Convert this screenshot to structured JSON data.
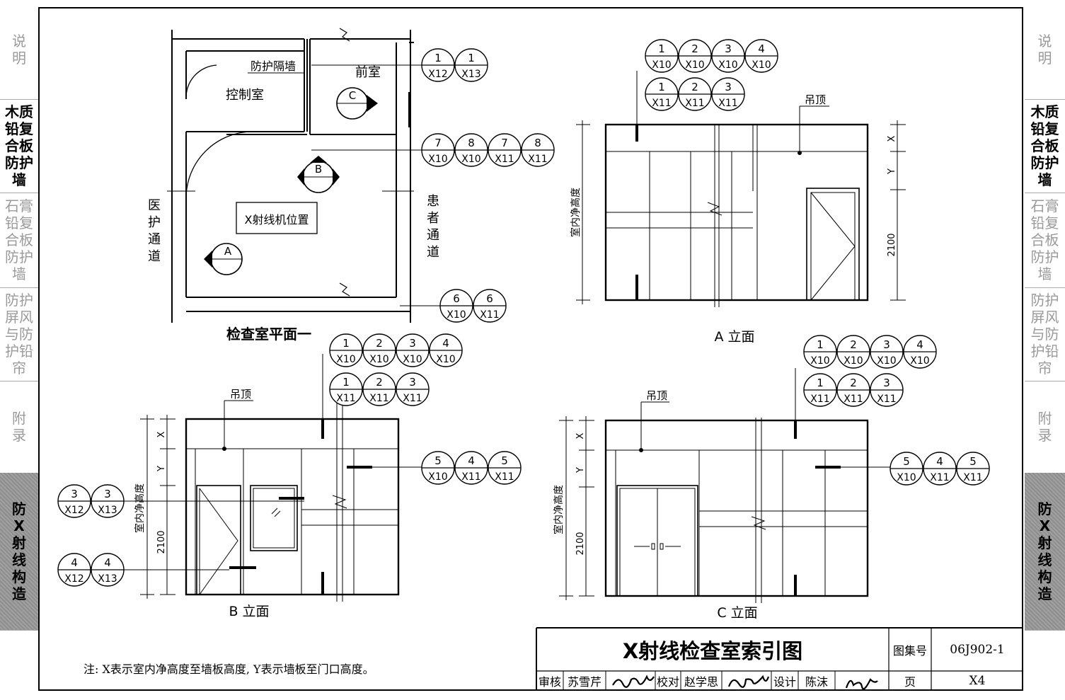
{
  "sidebar_left": [
    {
      "label": [
        "说",
        "明"
      ],
      "state": "faded"
    },
    {
      "label": [
        "木质",
        "铅复",
        "合板",
        "防护",
        "墙"
      ],
      "state": "bold"
    },
    {
      "label": [
        "石膏",
        "铅复",
        "合板",
        "防护",
        "墙"
      ],
      "state": "faded"
    },
    {
      "label": [
        "防护",
        "屏风",
        "与防",
        "护铅",
        "帘"
      ],
      "state": "faded"
    },
    {
      "label": [
        "附",
        "录"
      ],
      "state": "faded"
    },
    {
      "label": [
        "防",
        "X",
        "射",
        "线",
        "构",
        "造"
      ],
      "state": "active"
    }
  ],
  "sidebar_right": [
    {
      "label": [
        "说",
        "明"
      ],
      "state": "faded"
    },
    {
      "label": [
        "木质",
        "铅复",
        "合板",
        "防护",
        "墙"
      ],
      "state": "bold"
    },
    {
      "label": [
        "石膏",
        "铅复",
        "合板",
        "防护",
        "墙"
      ],
      "state": "faded"
    },
    {
      "label": [
        "防护",
        "屏风",
        "与防",
        "护铅",
        "帘"
      ],
      "state": "faded"
    },
    {
      "label": [
        "附",
        "录"
      ],
      "state": "faded"
    },
    {
      "label": [
        "防",
        "X",
        "射",
        "线",
        "构",
        "造"
      ],
      "state": "active"
    }
  ],
  "plan": {
    "title": "检查室平面一",
    "labels": {
      "partition": "防护隔墙",
      "control_room": "控制室",
      "front_room": "前室",
      "xray_position": "X射线机位置",
      "medical_corridor": [
        "医",
        "护",
        "通",
        "道"
      ],
      "patient_corridor": [
        "患",
        "者",
        "通",
        "道"
      ]
    },
    "section_marks": [
      "A",
      "B",
      "C"
    ],
    "refs": [
      {
        "group": "plan-r1",
        "items": [
          [
            "1",
            "X12"
          ],
          [
            "1",
            "X13"
          ]
        ]
      },
      {
        "group": "plan-r2",
        "items": [
          [
            "7",
            "X10"
          ],
          [
            "8",
            "X10"
          ],
          [
            "7",
            "X11"
          ],
          [
            "8",
            "X11"
          ]
        ]
      },
      {
        "group": "plan-r3",
        "items": [
          [
            "6",
            "X10"
          ],
          [
            "6",
            "X11"
          ]
        ]
      }
    ]
  },
  "elev_a": {
    "title": "A 立面",
    "ceiling": "吊顶",
    "height_label": "室内净高度",
    "dims": [
      "X",
      "Y",
      "2100"
    ],
    "refs": [
      {
        "group": "a-r1",
        "items": [
          [
            "1",
            "X10"
          ],
          [
            "2",
            "X10"
          ],
          [
            "3",
            "X10"
          ],
          [
            "4",
            "X10"
          ]
        ]
      },
      {
        "group": "a-r2",
        "items": [
          [
            "1",
            "X11"
          ],
          [
            "2",
            "X11"
          ],
          [
            "3",
            "X11"
          ]
        ]
      }
    ]
  },
  "elev_b": {
    "title": "B 立面",
    "ceiling": "吊顶",
    "height_label": "室内净高度",
    "dims": [
      "X",
      "Y",
      "2100"
    ],
    "refs": [
      {
        "group": "b-r1",
        "items": [
          [
            "1",
            "X10"
          ],
          [
            "2",
            "X10"
          ],
          [
            "3",
            "X10"
          ],
          [
            "4",
            "X10"
          ]
        ]
      },
      {
        "group": "b-r2",
        "items": [
          [
            "1",
            "X11"
          ],
          [
            "2",
            "X11"
          ],
          [
            "3",
            "X11"
          ]
        ]
      },
      {
        "group": "b-r3",
        "items": [
          [
            "5",
            "X10"
          ],
          [
            "4",
            "X11"
          ],
          [
            "5",
            "X11"
          ]
        ]
      },
      {
        "group": "b-r4",
        "items": [
          [
            "3",
            "X12"
          ],
          [
            "3",
            "X13"
          ]
        ]
      },
      {
        "group": "b-r5",
        "items": [
          [
            "4",
            "X12"
          ],
          [
            "4",
            "X13"
          ]
        ]
      }
    ]
  },
  "elev_c": {
    "title": "C 立面",
    "ceiling": "吊顶",
    "height_label": "室内净高度",
    "dims": [
      "X",
      "Y",
      "2100"
    ],
    "refs": [
      {
        "group": "c-r1",
        "items": [
          [
            "1",
            "X10"
          ],
          [
            "2",
            "X10"
          ],
          [
            "3",
            "X10"
          ],
          [
            "4",
            "X10"
          ]
        ]
      },
      {
        "group": "c-r2",
        "items": [
          [
            "1",
            "X11"
          ],
          [
            "2",
            "X11"
          ],
          [
            "3",
            "X11"
          ]
        ]
      },
      {
        "group": "c-r3",
        "items": [
          [
            "5",
            "X10"
          ],
          [
            "4",
            "X11"
          ],
          [
            "5",
            "X11"
          ]
        ]
      }
    ]
  },
  "note": "注: X表示室内净高度至墙板高度, Y表示墙板至门口高度。",
  "title_block": {
    "title": "X射线检查室索引图",
    "atlas_label": "图集号",
    "atlas_no": "06J902-1",
    "page_label": "页",
    "page_no": "X4",
    "review_label": "审核",
    "reviewer": "苏雪芹",
    "check_label": "校对",
    "checker": "赵学思",
    "design_label": "设计",
    "designer": "陈沫"
  }
}
